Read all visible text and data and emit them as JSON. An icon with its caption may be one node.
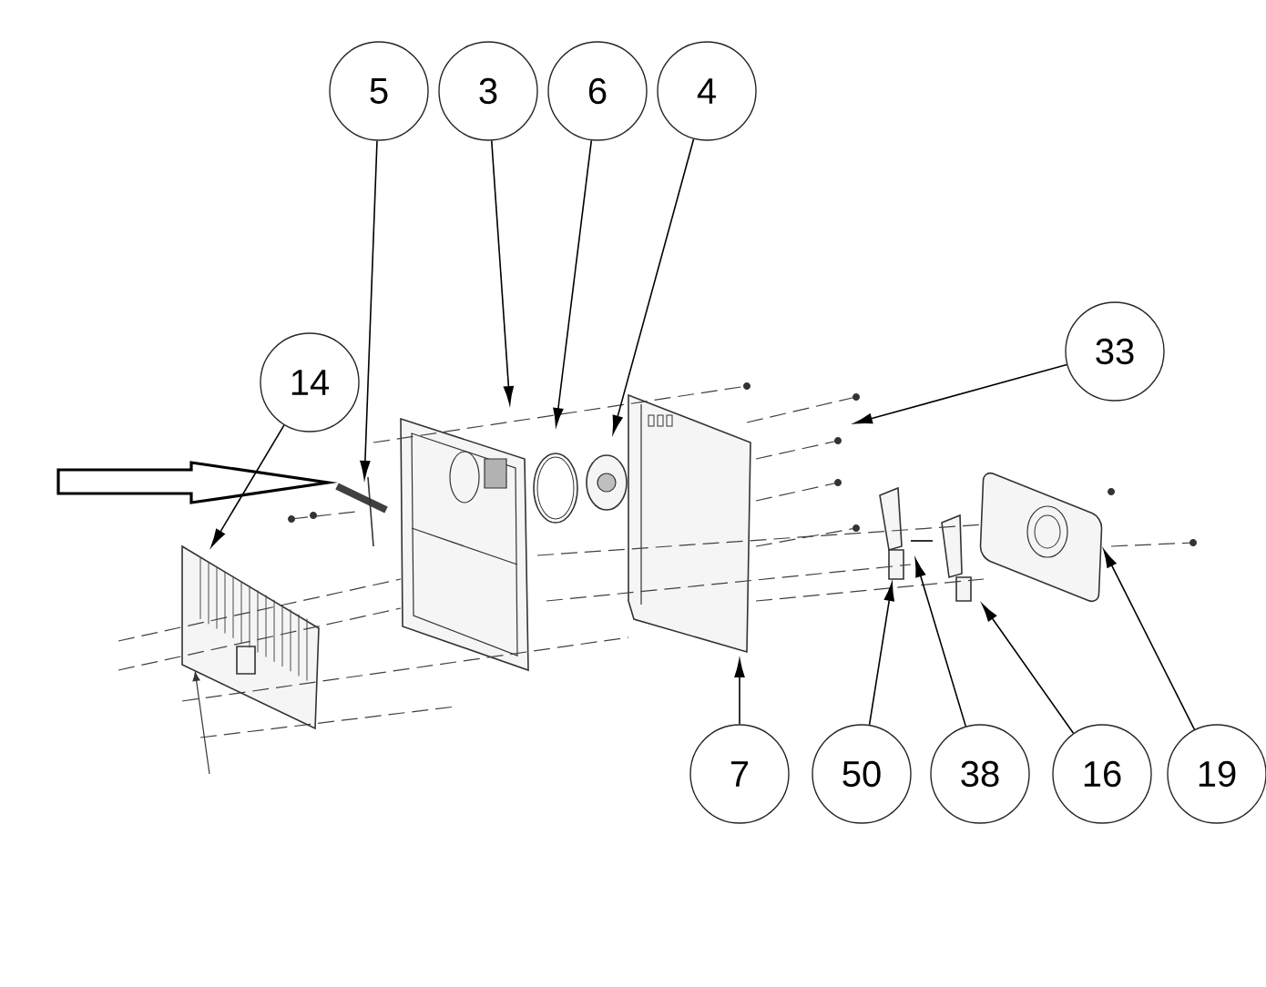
{
  "diagram": {
    "nodes": [
      {
        "text": [
          "5"
        ]
      },
      {
        "text": [
          "3"
        ]
      },
      {
        "text": [
          "6"
        ]
      },
      {
        "text": [
          "4"
        ]
      },
      {
        "text": [
          "14"
        ]
      },
      {
        "text": [
          "33"
        ]
      },
      {
        "text": [
          "7"
        ]
      },
      {
        "text": [
          "50"
        ]
      },
      {
        "text": [
          "38"
        ]
      },
      {
        "text": [
          "16"
        ]
      },
      {
        "text": [
          "19"
        ]
      }
    ],
    "edges": [
      {
        "from": 0,
        "to": null,
        "arrow": "to"
      },
      {
        "from": 1,
        "to": null,
        "arrow": "to"
      },
      {
        "from": 2,
        "to": null,
        "arrow": "to"
      },
      {
        "from": 3,
        "to": null,
        "arrow": "to"
      },
      {
        "from": 4,
        "to": null,
        "arrow": "to"
      },
      {
        "from": 5,
        "to": null,
        "arrow": "to"
      },
      {
        "from": 6,
        "to": null,
        "arrow": "to"
      },
      {
        "from": 7,
        "to": null,
        "arrow": "to"
      },
      {
        "from": 8,
        "to": null,
        "arrow": "to"
      },
      {
        "from": 9,
        "to": null,
        "arrow": "to"
      },
      {
        "from": 10,
        "to": null,
        "arrow": "to"
      }
    ]
  }
}
